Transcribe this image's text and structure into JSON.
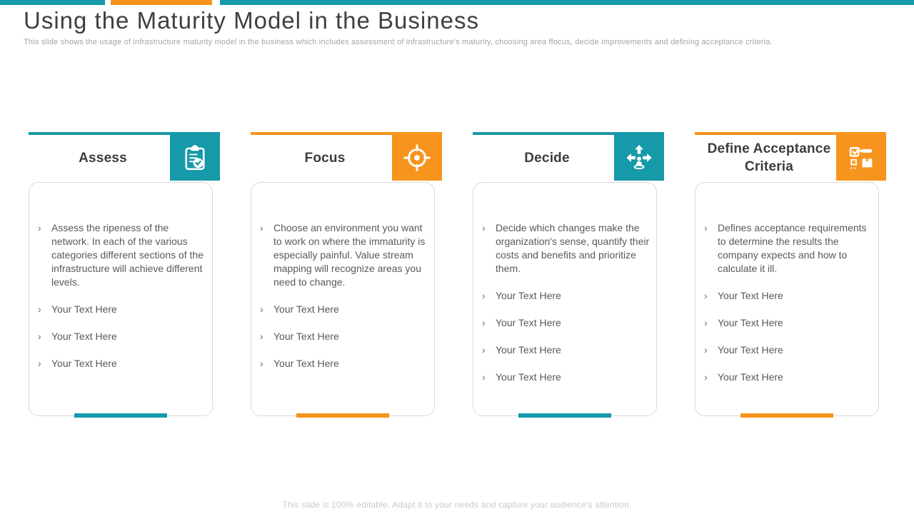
{
  "slide": {
    "title": "Using the Maturity Model in the Business",
    "subtitle": "This slide shows the usage of infrastructure maturity model in the business which includes assessment of infrastructure's maturity, choosing area ffocus, decide improvements and defining acceptance criteria.",
    "footer": "This slide is 100% editable. Adapt it to your needs and capture your audience's attention."
  },
  "colors": {
    "teal": "#1699A8",
    "orange": "#F7941E",
    "title_text": "#3f3f3f",
    "body_text": "#595959",
    "muted_text": "#a4a4a4"
  },
  "bullet_marker": "›",
  "columns": [
    {
      "title": "Assess",
      "accent": "teal",
      "icon": "clipboard-check-icon",
      "bullets": [
        "Assess the ripeness of the network. In each of the various categories different sections of the infrastructure will achieve different levels.",
        "Your Text Here",
        "Your Text Here",
        "Your Text Here"
      ]
    },
    {
      "title": "Focus",
      "accent": "orange",
      "icon": "target-icon",
      "bullets": [
        "Choose an environment you want to work on where the immaturity is especially painful. Value stream mapping will recognize areas you need to change.",
        "Your Text Here",
        "Your Text Here",
        "Your Text Here"
      ]
    },
    {
      "title": "Decide",
      "accent": "teal",
      "icon": "person-directions-icon",
      "bullets": [
        "Decide which changes make the organization's sense, quantify their costs and benefits and prioritize them.",
        "Your Text Here",
        "Your Text Here",
        "Your Text Here",
        "Your Text Here"
      ]
    },
    {
      "title": "Define Acceptance Criteria",
      "accent": "orange",
      "icon": "acceptance-criteria-icon",
      "bullets": [
        "Defines acceptance requirements to determine the results the company expects and how to calculate it ill.",
        "Your Text Here",
        "Your Text Here",
        "Your Text Here",
        "Your Text Here"
      ]
    }
  ]
}
